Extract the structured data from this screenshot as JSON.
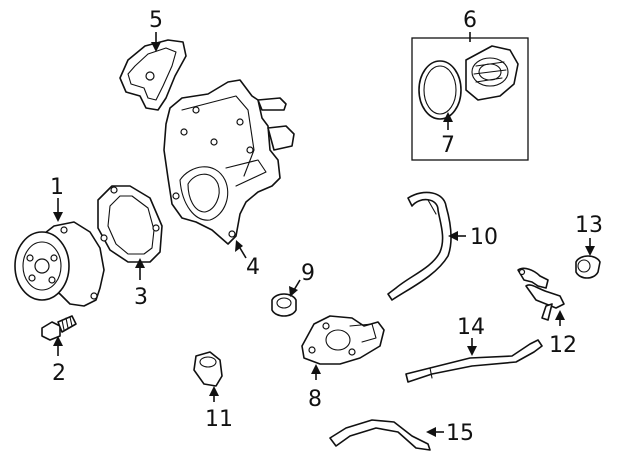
{
  "diagram": {
    "callouts": {
      "c1": "1",
      "c2": "2",
      "c3": "3",
      "c4": "4",
      "c5": "5",
      "c6": "6",
      "c7": "7",
      "c8": "8",
      "c9": "9",
      "c10": "10",
      "c11": "11",
      "c12": "12",
      "c13": "13",
      "c14": "14",
      "c15": "15"
    },
    "colors": {
      "line": "#111111",
      "background": "#ffffff"
    }
  }
}
